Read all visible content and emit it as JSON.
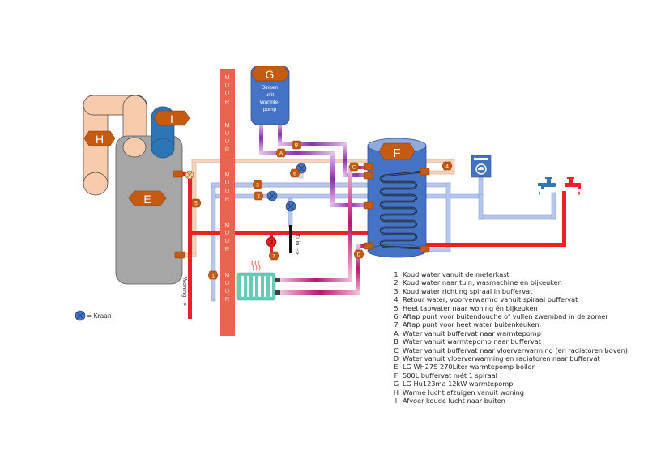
{
  "title": "Warmtepomp installatieschema",
  "wall": {
    "label_letters": [
      "M",
      "U",
      "U",
      "R"
    ],
    "repeat": 5,
    "color": "#e8644f"
  },
  "labels": {
    "woning": "Woning -->",
    "tuin": "Tuin -->",
    "kraan_legend": "= Kraan"
  },
  "components": {
    "E": {
      "tag": "E",
      "description": "LG WH27S 270Liter warmtepomp boiler"
    },
    "F": {
      "tag": "F",
      "description": "500L buffervat mét 1 spiraal"
    },
    "G": {
      "tag": "G",
      "text_lines": [
        "Binnen",
        "unit",
        "Warmte-",
        "pomp"
      ]
    },
    "H": {
      "tag": "H"
    },
    "I": {
      "tag": "I"
    }
  },
  "pipe_markers": {
    "m1": "1",
    "m2": "2",
    "m3": "3",
    "m4": "4",
    "m5": "5",
    "m6": "6",
    "m7": "7",
    "mA": "A",
    "mB": "B",
    "mC": "C",
    "mD": "D"
  },
  "colors": {
    "cold": "#b7c6ea",
    "hot": "#ec2027",
    "warm_light": "#f6d3bf",
    "purple": "#9b3fb5",
    "magenta": "#c2267f",
    "marker": "#c55a11",
    "tank": "#4472c4",
    "boiler": "#a6a6a6",
    "radiator": "#66ccb8",
    "wall": "#e8644f"
  },
  "legend": [
    {
      "key": "1",
      "text": "Koud water vanuit de meterkast"
    },
    {
      "key": "2",
      "text": "Koud water naar tuin, wasmachine en bijkeuken"
    },
    {
      "key": "3",
      "text": "Koud water richting spiraal in buffervat"
    },
    {
      "key": "4",
      "text": "Retour water, voorverwarmd vanuit spiraal buffervat"
    },
    {
      "key": "5",
      "text": "Heet tapwater naar woning én bijkeuken"
    },
    {
      "key": "6",
      "text": "Aftap punt voor buitendouche of vullen zwembad in de zomer"
    },
    {
      "key": "7",
      "text": "Aftap punt voor heet water buitenkeuken"
    },
    {
      "key": "A",
      "text": "Water vanuit buffervat naar warmtepomp"
    },
    {
      "key": "B",
      "text": "Water vanuit warmtepomp naar buffervat"
    },
    {
      "key": "C",
      "text": "Water vanuit buffervat naar vloerverwarming (en radiatoren boven)"
    },
    {
      "key": "D",
      "text": "Water vanuit vloerverwarming en radiatoren naar buffervat"
    },
    {
      "key": "E",
      "text": "LG WH27S 270Liter warmtepomp boiler"
    },
    {
      "key": "F",
      "text": "500L buffervat mét 1 spiraal"
    },
    {
      "key": "G",
      "text": "LG Hu123ma 12kW warmtepomp"
    },
    {
      "key": "H",
      "text": "Warme lucht afzuigen vanuit woning"
    },
    {
      "key": "I",
      "text": "Afvoer koude lucht naar buiten"
    }
  ]
}
